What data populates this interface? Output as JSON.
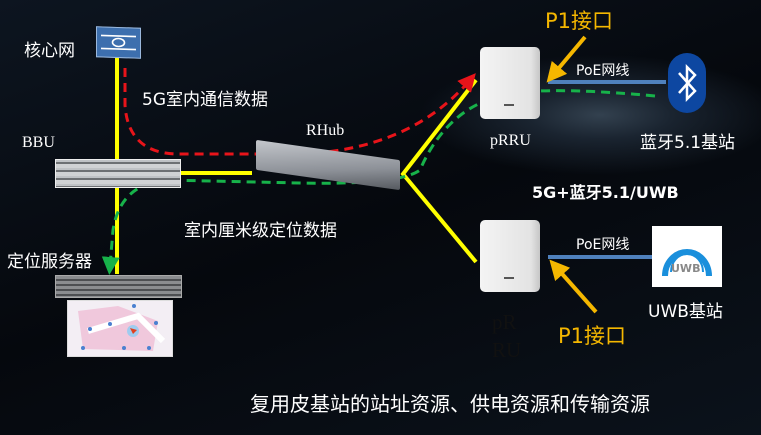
{
  "labels": {
    "core_network": "核心网",
    "data_5g": "5G室内通信数据",
    "bbu": "BBU",
    "rhub": "RHub",
    "positioning_data": "室内厘米级定位数据",
    "positioning_server": "定位服务器",
    "p1_top": "P1接口",
    "poe_top": "PoE网线",
    "prru_top": "pRRU",
    "bluetooth_station": "蓝牙5.1基站",
    "combo": "5G+蓝牙5.1/UWB",
    "poe_bottom": "PoE网线",
    "uwb_station": "UWB基站",
    "prru_bottom_1": "pR",
    "prru_bottom_2": "RU",
    "p1_bottom": "P1接口",
    "uwb_logo": "UWB",
    "caption": "复用皮基站的站址资源、供电资源和传输资源"
  },
  "colors": {
    "link": "#ffff00",
    "comm_path": "#e8141a",
    "pos_path": "#17b24a",
    "poe": "#4f81bd",
    "p1_arrow": "#f5b700"
  }
}
